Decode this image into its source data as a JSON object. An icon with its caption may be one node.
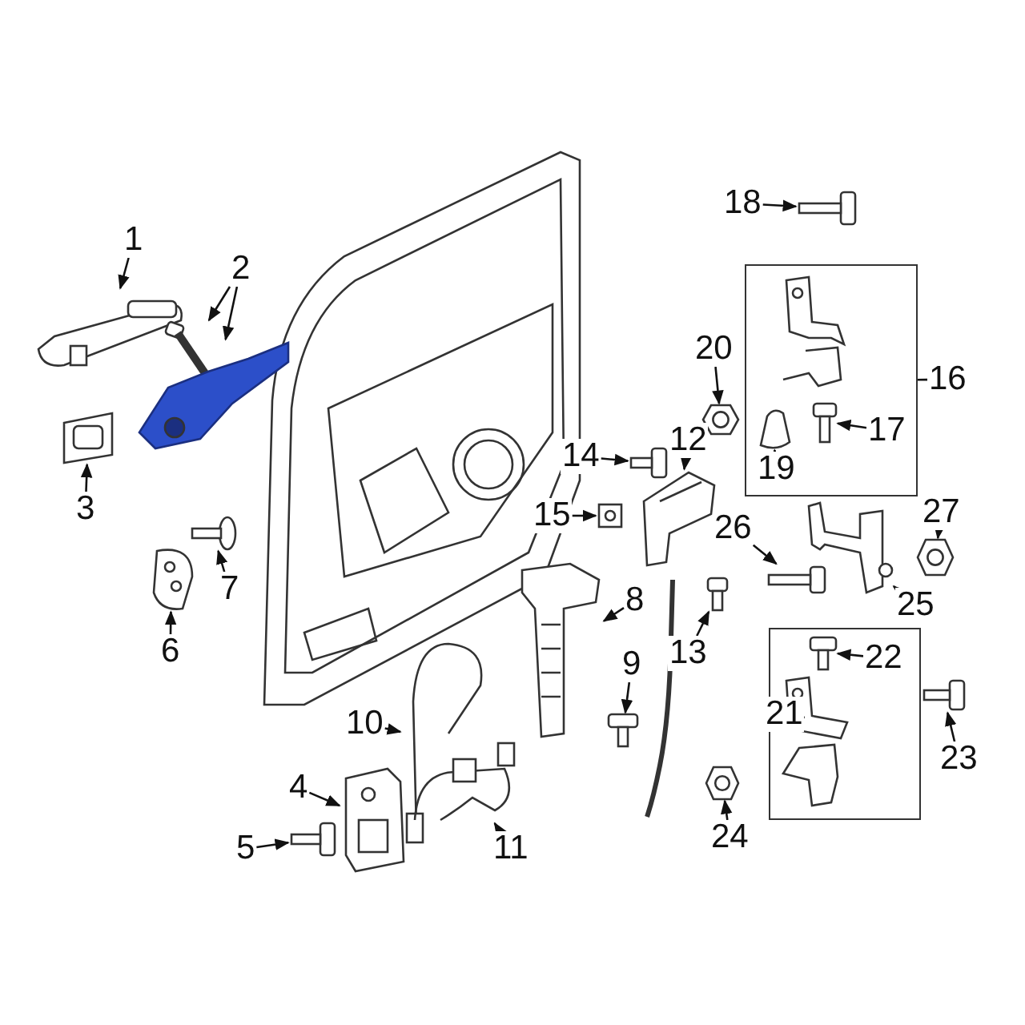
{
  "diagram": {
    "nodes": [
      {
        "text": [],
        "shape": "box"
      },
      {
        "text": [],
        "shape": "box"
      },
      {
        "text": [
          "1"
        ]
      },
      {
        "text": [
          "2"
        ]
      },
      {
        "text": [
          "3"
        ]
      },
      {
        "text": [
          "4"
        ]
      },
      {
        "text": [
          "5"
        ]
      },
      {
        "text": [
          "6"
        ]
      },
      {
        "text": [
          "7"
        ]
      },
      {
        "text": [
          "8"
        ]
      },
      {
        "text": [
          "9"
        ]
      },
      {
        "text": [
          "10"
        ]
      },
      {
        "text": [
          "11"
        ]
      },
      {
        "text": [
          "12"
        ]
      },
      {
        "text": [
          "13"
        ]
      },
      {
        "text": [
          "14"
        ]
      },
      {
        "text": [
          "15"
        ]
      },
      {
        "text": [
          "16"
        ]
      },
      {
        "text": [
          "17"
        ],
        "in": 0
      },
      {
        "text": [
          "18"
        ]
      },
      {
        "text": [
          "19"
        ],
        "in": 0
      },
      {
        "text": [
          "20"
        ]
      },
      {
        "text": [
          "21"
        ]
      },
      {
        "text": [
          "22"
        ],
        "in": 1
      },
      {
        "text": [
          "23"
        ]
      },
      {
        "text": [
          "24"
        ]
      },
      {
        "text": [
          "25"
        ]
      },
      {
        "text": [
          "26"
        ]
      },
      {
        "text": [
          "27"
        ]
      },
      {
        "text": [],
        "shape": "picture"
      },
      {
        "text": [],
        "shape": "picture"
      },
      {
        "text": [],
        "shape": "picture"
      },
      {
        "text": [],
        "shape": "picture"
      },
      {
        "text": [],
        "shape": "picture"
      },
      {
        "text": [],
        "shape": "picture"
      },
      {
        "text": [],
        "shape": "picture"
      },
      {
        "text": [],
        "shape": "picture"
      },
      {
        "text": [],
        "shape": "picture"
      },
      {
        "text": [],
        "shape": "picture"
      },
      {
        "text": [],
        "shape": "picture"
      },
      {
        "text": [],
        "shape": "picture"
      },
      {
        "text": [],
        "shape": "picture"
      },
      {
        "text": [],
        "shape": "picture"
      },
      {
        "text": [],
        "shape": "picture"
      },
      {
        "text": [],
        "shape": "picture"
      },
      {
        "text": [],
        "shape": "picture",
        "in": 0
      },
      {
        "text": [],
        "shape": "picture"
      },
      {
        "text": [],
        "shape": "picture",
        "in": 0
      },
      {
        "text": [],
        "shape": "picture"
      },
      {
        "text": [],
        "shape": "picture",
        "in": 1
      },
      {
        "text": [],
        "shape": "picture"
      },
      {
        "text": [],
        "shape": "picture"
      },
      {
        "text": [],
        "shape": "picture"
      },
      {
        "text": [],
        "shape": "picture"
      },
      {
        "text": [],
        "shape": "picture"
      },
      {
        "text": [],
        "shape": "picture",
        "in": 0
      },
      {
        "text": [],
        "shape": "picture",
        "in": 1
      },
      {
        "text": [],
        "shape": "picture"
      }
    ],
    "edges": [
      {
        "from": 2,
        "to": 29,
        "arrow": "to"
      },
      {
        "from": 3,
        "to": 30,
        "arrow": "to"
      },
      {
        "from": 3,
        "to": 31,
        "arrow": "to"
      },
      {
        "from": 4,
        "to": 32,
        "arrow": "to"
      },
      {
        "from": 5,
        "to": 33,
        "arrow": "to"
      },
      {
        "from": 6,
        "to": 34,
        "arrow": "to"
      },
      {
        "from": 7,
        "to": 35,
        "arrow": "to"
      },
      {
        "from": 8,
        "to": 36,
        "arrow": "to"
      },
      {
        "from": 9,
        "to": 37,
        "arrow": "to"
      },
      {
        "from": 10,
        "to": 38,
        "arrow": "to"
      },
      {
        "from": 11,
        "to": 39,
        "arrow": "to"
      },
      {
        "from": 12,
        "to": 40,
        "arrow": "to"
      },
      {
        "from": 13,
        "to": 41,
        "arrow": "to"
      },
      {
        "from": 14,
        "to": 42,
        "arrow": "to"
      },
      {
        "from": 15,
        "to": 43,
        "arrow": "to"
      },
      {
        "from": 16,
        "to": 44,
        "arrow": "to"
      },
      {
        "from": 17,
        "to": 0,
        "arrow": "none"
      },
      {
        "from": 18,
        "to": 45,
        "arrow": "to"
      },
      {
        "from": 19,
        "to": 46,
        "arrow": "to"
      },
      {
        "from": 20,
        "to": 47,
        "arrow": "to"
      },
      {
        "from": 21,
        "to": 48,
        "arrow": "to"
      },
      {
        "from": 22,
        "to": 1,
        "arrow": "none"
      },
      {
        "from": 23,
        "to": 49,
        "arrow": "to"
      },
      {
        "from": 24,
        "to": 50,
        "arrow": "to"
      },
      {
        "from": 25,
        "to": 51,
        "arrow": "to"
      },
      {
        "from": 26,
        "to": 52,
        "arrow": "to"
      },
      {
        "from": 27,
        "to": 53,
        "arrow": "to"
      },
      {
        "from": 28,
        "to": 54,
        "arrow": "to"
      }
    ]
  }
}
